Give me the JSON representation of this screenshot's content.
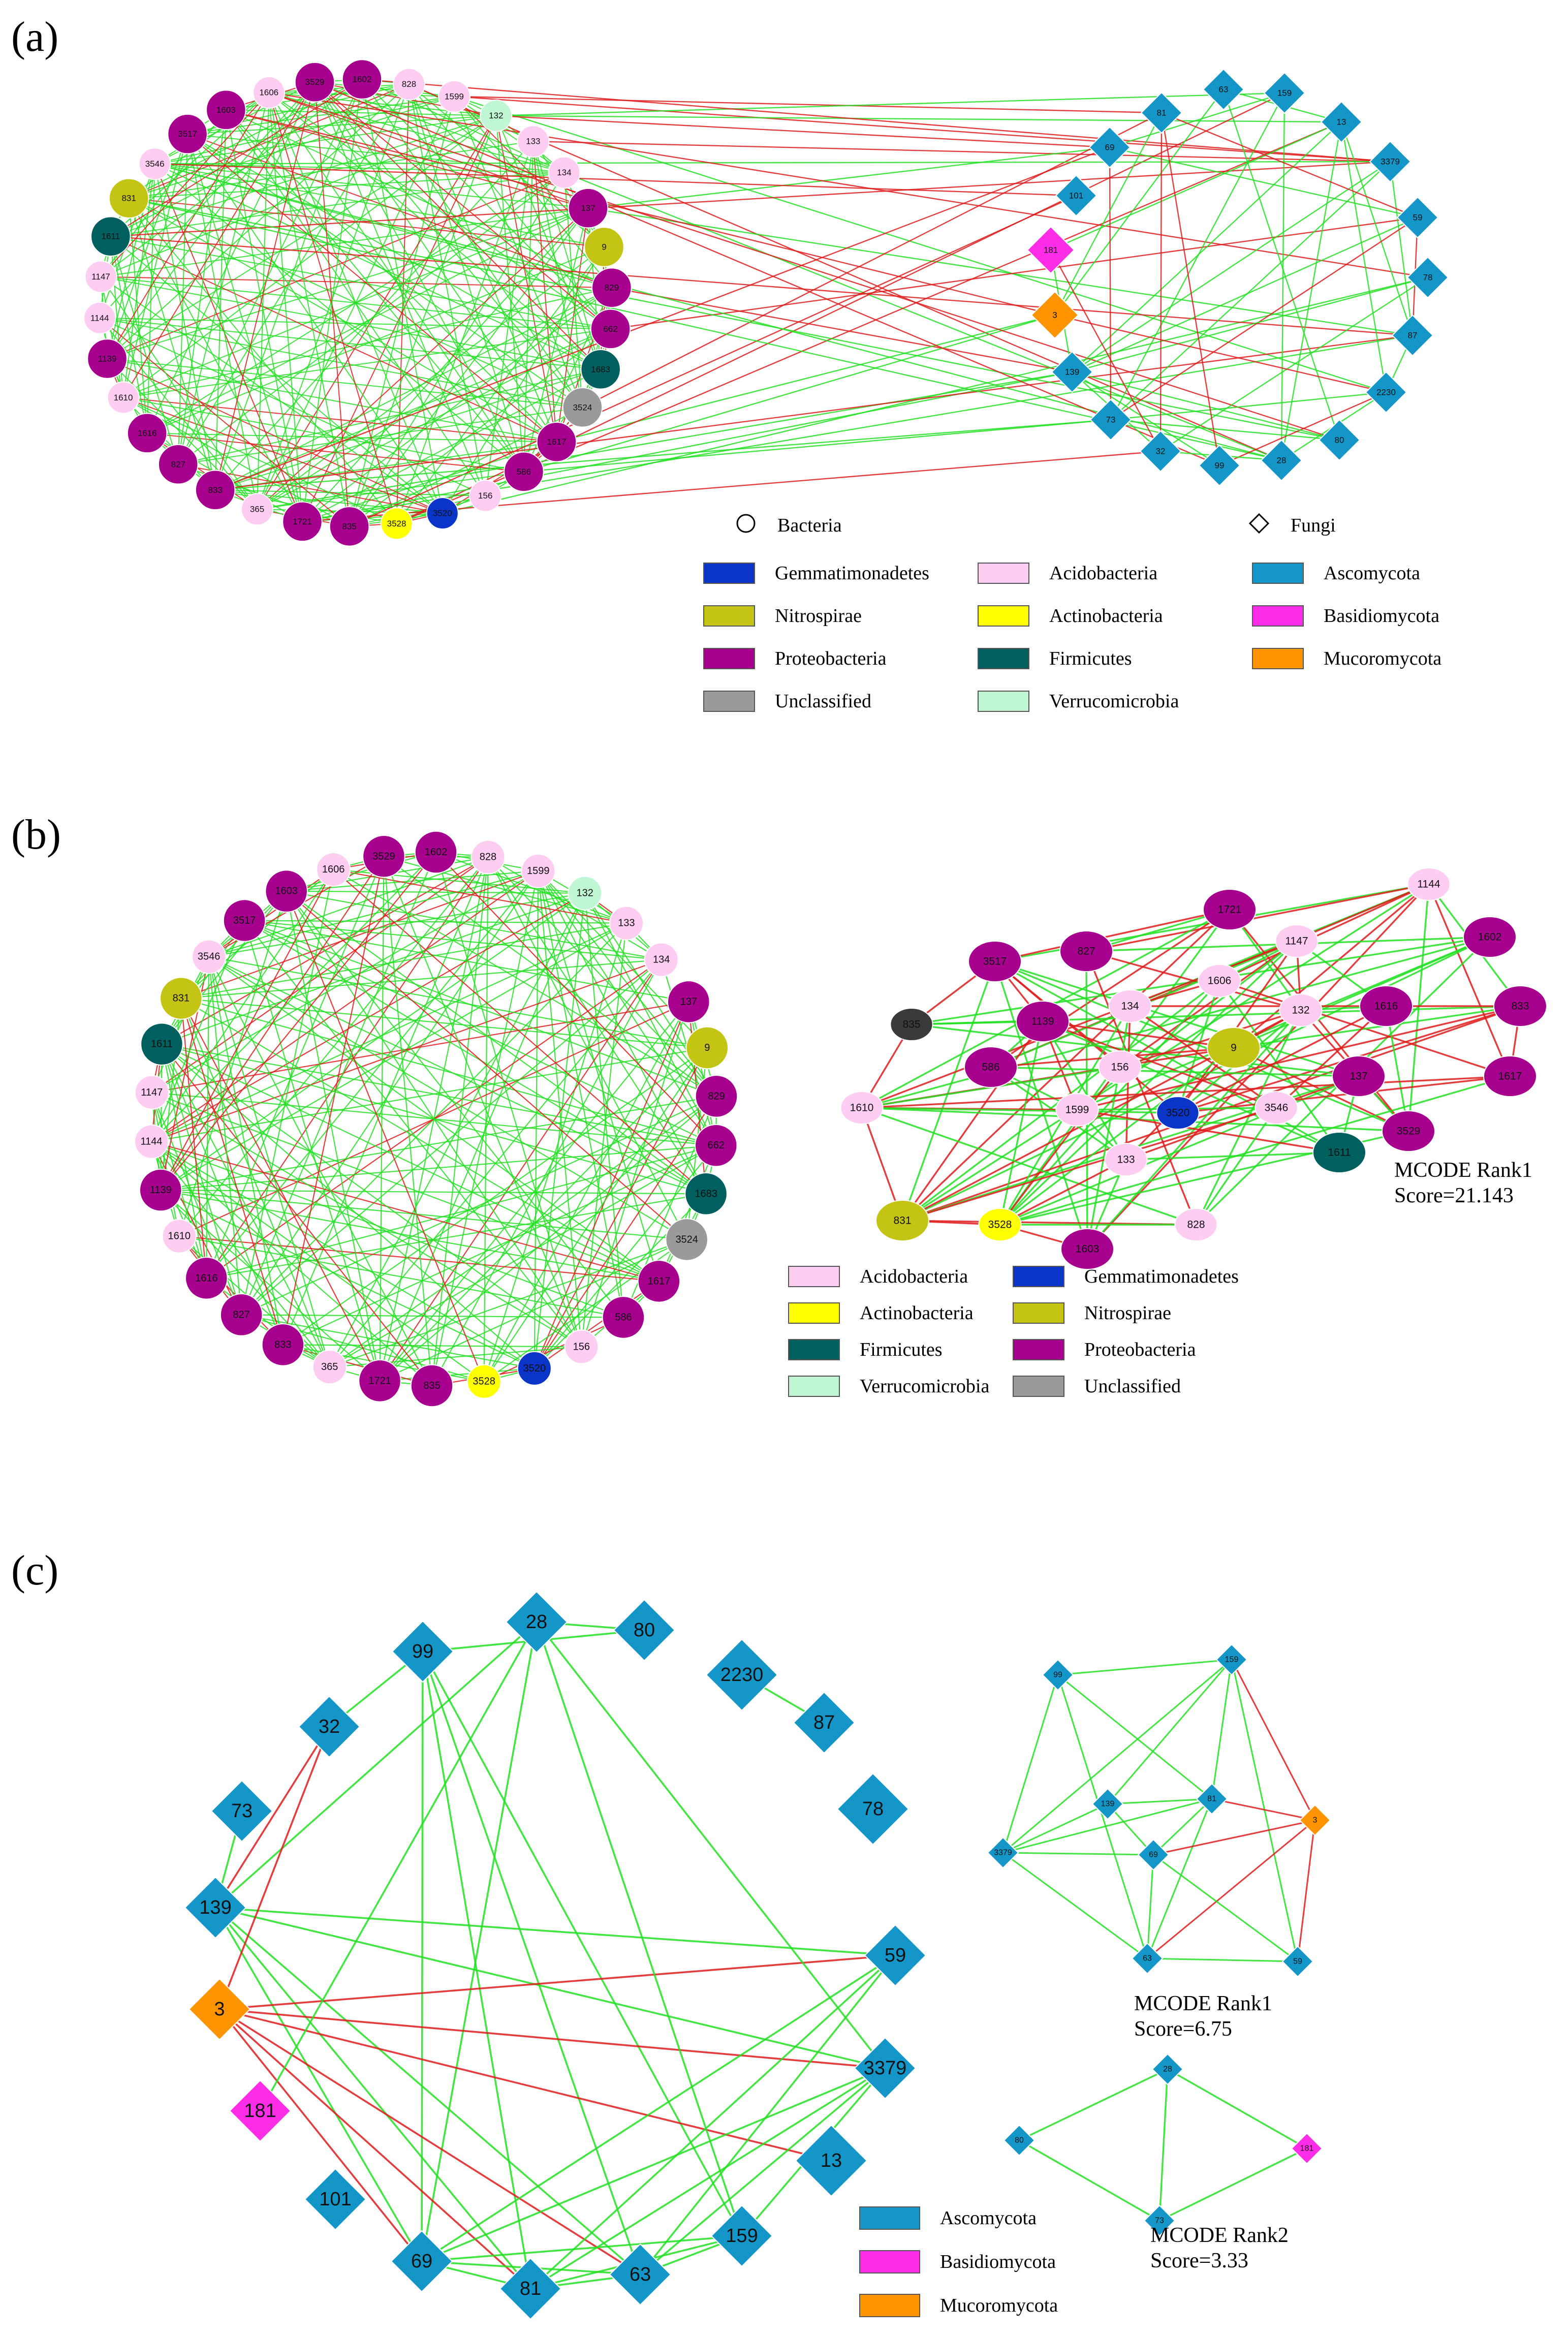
{
  "colors": {
    "Gemmatimonadetes": "#0a35c8",
    "Nitrospirae": "#c4c414",
    "Proteobacteria": "#a7008f",
    "Unclassified": "#9a9a9a",
    "Acidobacteria": "#ffccf2",
    "Actinobacteria": "#ffff00",
    "Firmicutes": "#006060",
    "Verrucomicrobia": "#bff7d4",
    "Ascomycota": "#1496c8",
    "Basidiomycota": "#ff2ce8",
    "Mucoromycota": "#ff9400",
    "Dark": "#3a3a3a",
    "positive_edge": "#22e022",
    "negative_edge": "#e01b1b"
  },
  "panels": {
    "a": {
      "label": "(a)",
      "shape_legend": {
        "circle": "Bacteria",
        "diamond": "Fungi"
      },
      "legend": [
        "Gemmatimonadetes",
        "Nitrospirae",
        "Proteobacteria",
        "Unclassified",
        "Acidobacteria",
        "Actinobacteria",
        "Firmicutes",
        "Verrucomicrobia",
        "Ascomycota",
        "Basidiomycota",
        "Mucoromycota"
      ]
    },
    "b": {
      "label": "(b)",
      "legend": [
        "Acidobacteria",
        "Actinobacteria",
        "Firmicutes",
        "Verrucomicrobia",
        "Gemmatimonadetes",
        "Nitrospirae",
        "Proteobacteria",
        "Unclassified"
      ],
      "mcode": {
        "rank": "MCODE Rank1",
        "score": "Score=21.143"
      }
    },
    "c": {
      "label": "(c)",
      "legend": [
        "Ascomycota",
        "Basidiomycota",
        "Mucoromycota"
      ],
      "mcode1": {
        "rank": "MCODE Rank1",
        "score": "Score=6.75"
      },
      "mcode2": {
        "rank": "MCODE Rank2",
        "score": "Score=3.33"
      }
    }
  },
  "bacteria_ring": [
    [
      "828",
      "Acidobacteria"
    ],
    [
      "1599",
      "Acidobacteria"
    ],
    [
      "132",
      "Verrucomicrobia"
    ],
    [
      "133",
      "Acidobacteria"
    ],
    [
      "134",
      "Acidobacteria"
    ],
    [
      "137",
      "Proteobacteria"
    ],
    [
      "9",
      "Nitrospirae"
    ],
    [
      "829",
      "Proteobacteria"
    ],
    [
      "662",
      "Proteobacteria"
    ],
    [
      "1683",
      "Firmicutes"
    ],
    [
      "3524",
      "Unclassified"
    ],
    [
      "1617",
      "Proteobacteria"
    ],
    [
      "586",
      "Proteobacteria"
    ],
    [
      "156",
      "Acidobacteria"
    ],
    [
      "3520",
      "Gemmatimonadetes"
    ],
    [
      "3528",
      "Actinobacteria"
    ],
    [
      "835",
      "Proteobacteria"
    ],
    [
      "1721",
      "Proteobacteria"
    ],
    [
      "365",
      "Acidobacteria"
    ],
    [
      "833",
      "Proteobacteria"
    ],
    [
      "827",
      "Proteobacteria"
    ],
    [
      "1616",
      "Proteobacteria"
    ],
    [
      "1610",
      "Acidobacteria"
    ],
    [
      "1139",
      "Proteobacteria"
    ],
    [
      "1144",
      "Acidobacteria"
    ],
    [
      "1147",
      "Acidobacteria"
    ],
    [
      "1611",
      "Firmicutes"
    ],
    [
      "831",
      "Nitrospirae"
    ],
    [
      "3546",
      "Acidobacteria"
    ],
    [
      "3517",
      "Proteobacteria"
    ],
    [
      "1603",
      "Proteobacteria"
    ],
    [
      "1606",
      "Acidobacteria"
    ],
    [
      "3529",
      "Proteobacteria"
    ],
    [
      "1602",
      "Proteobacteria"
    ]
  ],
  "fungi_a": [
    [
      "63",
      "Ascomycota"
    ],
    [
      "159",
      "Ascomycota"
    ],
    [
      "13",
      "Ascomycota"
    ],
    [
      "3379",
      "Ascomycota"
    ],
    [
      "59",
      "Ascomycota"
    ],
    [
      "78",
      "Ascomycota"
    ],
    [
      "87",
      "Ascomycota"
    ],
    [
      "2230",
      "Ascomycota"
    ],
    [
      "80",
      "Ascomycota"
    ],
    [
      "28",
      "Ascomycota"
    ],
    [
      "99",
      "Ascomycota"
    ],
    [
      "32",
      "Ascomycota"
    ],
    [
      "73",
      "Ascomycota"
    ],
    [
      "139",
      "Ascomycota"
    ],
    [
      "3",
      "Mucoromycota"
    ],
    [
      "181",
      "Basidiomycota"
    ],
    [
      "101",
      "Ascomycota"
    ],
    [
      "69",
      "Ascomycota"
    ],
    [
      "81",
      "Ascomycota"
    ]
  ],
  "mcode_b": [
    [
      "1144",
      "Acidobacteria"
    ],
    [
      "1721",
      "Proteobacteria"
    ],
    [
      "1602",
      "Proteobacteria"
    ],
    [
      "3517",
      "Proteobacteria"
    ],
    [
      "827",
      "Proteobacteria"
    ],
    [
      "1147",
      "Acidobacteria"
    ],
    [
      "1606",
      "Acidobacteria"
    ],
    [
      "833",
      "Proteobacteria"
    ],
    [
      "835",
      "Dark"
    ],
    [
      "1139",
      "Proteobacteria"
    ],
    [
      "134",
      "Acidobacteria"
    ],
    [
      "132",
      "Acidobacteria"
    ],
    [
      "1616",
      "Proteobacteria"
    ],
    [
      "9",
      "Nitrospirae"
    ],
    [
      "586",
      "Proteobacteria"
    ],
    [
      "156",
      "Acidobacteria"
    ],
    [
      "137",
      "Proteobacteria"
    ],
    [
      "1617",
      "Proteobacteria"
    ],
    [
      "1610",
      "Acidobacteria"
    ],
    [
      "1599",
      "Acidobacteria"
    ],
    [
      "3520",
      "Gemmatimonadetes"
    ],
    [
      "3546",
      "Acidobacteria"
    ],
    [
      "3529",
      "Proteobacteria"
    ],
    [
      "133",
      "Acidobacteria"
    ],
    [
      "1611",
      "Firmicutes"
    ],
    [
      "831",
      "Nitrospirae"
    ],
    [
      "3528",
      "Actinobacteria"
    ],
    [
      "828",
      "Acidobacteria"
    ],
    [
      "1603",
      "Proteobacteria"
    ]
  ],
  "fungi_c": [
    [
      "28",
      "Ascomycota"
    ],
    [
      "80",
      "Ascomycota"
    ],
    [
      "99",
      "Ascomycota"
    ],
    [
      "2230",
      "Ascomycota"
    ],
    [
      "87",
      "Ascomycota"
    ],
    [
      "32",
      "Ascomycota"
    ],
    [
      "78",
      "Ascomycota"
    ],
    [
      "73",
      "Ascomycota"
    ],
    [
      "139",
      "Ascomycota"
    ],
    [
      "59",
      "Ascomycota"
    ],
    [
      "3",
      "Mucoromycota"
    ],
    [
      "3379",
      "Ascomycota"
    ],
    [
      "181",
      "Basidiomycota"
    ],
    [
      "13",
      "Ascomycota"
    ],
    [
      "101",
      "Ascomycota"
    ],
    [
      "159",
      "Ascomycota"
    ],
    [
      "69",
      "Ascomycota"
    ],
    [
      "63",
      "Ascomycota"
    ],
    [
      "81",
      "Ascomycota"
    ]
  ],
  "mcode_c1": [
    [
      "99",
      "Ascomycota"
    ],
    [
      "159",
      "Ascomycota"
    ],
    [
      "139",
      "Ascomycota"
    ],
    [
      "81",
      "Ascomycota"
    ],
    [
      "3",
      "Mucoromycota"
    ],
    [
      "3379",
      "Ascomycota"
    ],
    [
      "69",
      "Ascomycota"
    ],
    [
      "63",
      "Ascomycota"
    ],
    [
      "59",
      "Ascomycota"
    ]
  ],
  "mcode_c2": [
    [
      "28",
      "Ascomycota"
    ],
    [
      "80",
      "Ascomycota"
    ],
    [
      "181",
      "Basidiomycota"
    ],
    [
      "73",
      "Ascomycota"
    ]
  ]
}
